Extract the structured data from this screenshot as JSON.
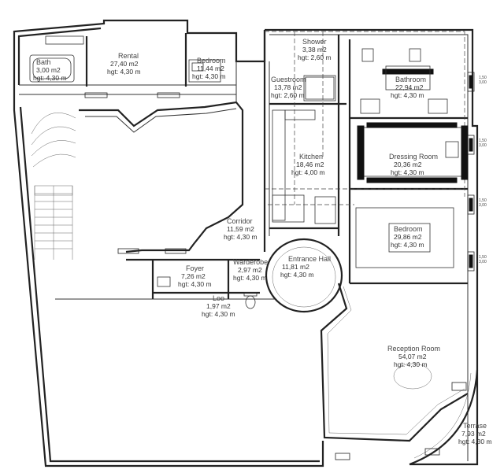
{
  "rooms": [
    {
      "id": "bath",
      "name": "Bath",
      "area": "3,00 m2",
      "height": "hgt: 4,30 m"
    },
    {
      "id": "rental",
      "name": "Rental",
      "area": "27,40 m2",
      "height": "hgt: 4,30 m"
    },
    {
      "id": "bedroom-1",
      "name": "Bedroom",
      "area": "11,44 m2",
      "height": "hgt: 4,30 m"
    },
    {
      "id": "shower",
      "name": "Shower",
      "area": "3,38 m2",
      "height": "hgt: 2,60 m"
    },
    {
      "id": "guestroom",
      "name": "Guestroom",
      "area": "13,78 m2",
      "height": "hgt: 2,60 m"
    },
    {
      "id": "bathroom",
      "name": "Bathroom",
      "area": "22,94 m2",
      "height": "hgt: 4,30 m"
    },
    {
      "id": "kitchen",
      "name": "Kitchen",
      "area": "18,46 m2",
      "height": "hgt: 4,00 m"
    },
    {
      "id": "dressing-room",
      "name": "Dressing Room",
      "area": "20,36 m2",
      "height": "hgt: 4,30 m"
    },
    {
      "id": "bedroom-2",
      "name": "Bedroom",
      "area": "29,86 m2",
      "height": "hgt: 4,30 m"
    },
    {
      "id": "corridor",
      "name": "Corridor",
      "area": "11,59 m2",
      "height": "hgt: 4,30 m"
    },
    {
      "id": "entrance-hall",
      "name": "Entrance Hall",
      "area": "11,81 m2",
      "height": "hgt: 4,30 m"
    },
    {
      "id": "foyer",
      "name": "Foyer",
      "area": "7,26 m2",
      "height": "hgt: 4,30 m"
    },
    {
      "id": "warderobe",
      "name": "Warderobe",
      "area": "2,97 m2",
      "height": "hgt: 4,30 m"
    },
    {
      "id": "loo",
      "name": "Loo",
      "area": "1,97 m2",
      "height": "hgt: 4,30 m"
    },
    {
      "id": "reception-room",
      "name": "Reception Room",
      "area": "54,07 m2",
      "height": "hgt: 4,30 m"
    },
    {
      "id": "terrase",
      "name": "Terrase",
      "area": "7,93 m2",
      "height": "hgt: 4,30 m"
    }
  ],
  "window_dims": [
    {
      "id": "w1",
      "text": "1,50\n3,00"
    },
    {
      "id": "w2",
      "text": "1,50\n3,00"
    },
    {
      "id": "w3",
      "text": "1,50\n3,00"
    },
    {
      "id": "w4",
      "text": "1,50\n3,00"
    }
  ],
  "colors": {
    "line": "#222222",
    "text": "#333333",
    "background": "#ffffff"
  }
}
